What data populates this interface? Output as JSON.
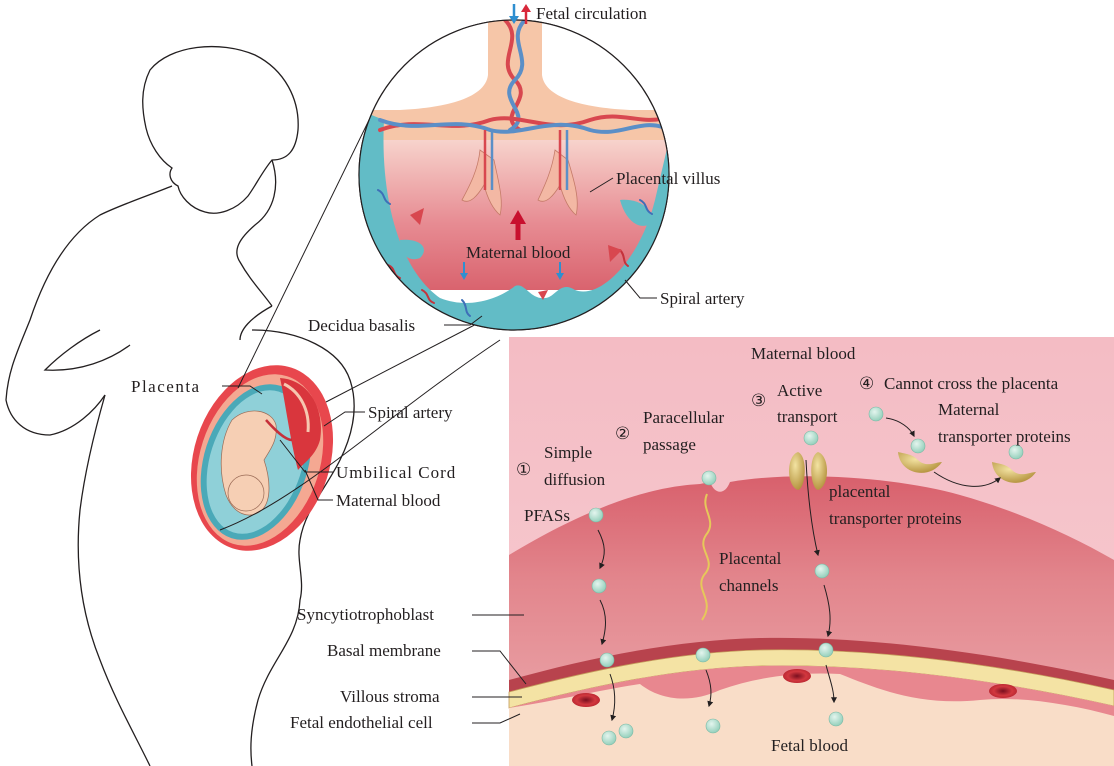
{
  "labels": {
    "fetal_circulation": "Fetal circulation",
    "placental_villus": "Placental villus",
    "maternal_blood_circle": "Maternal blood",
    "spiral_artery_circle": "Spiral artery",
    "decidua_basalis": "Decidua basalis",
    "placenta": "Placenta",
    "spiral_artery_body": "Spiral artery",
    "umbilical_cord": "Umbilical Cord",
    "maternal_blood_body": "Maternal blood",
    "maternal_blood_panel": "Maternal blood",
    "simple_diffusion_num": "①",
    "simple_diffusion_1": "Simple",
    "simple_diffusion_2": "diffusion",
    "paracellular_num": "②",
    "paracellular_1": "Paracellular",
    "paracellular_2": "passage",
    "active_num": "③",
    "active_1": "Active",
    "active_2": "transport",
    "cannot_num": "④",
    "cannot_cross": "Cannot cross the placenta",
    "maternal_tp_1": "Maternal",
    "maternal_tp_2": "transporter proteins",
    "placental_tp_1": "placental",
    "placental_tp_2": "transporter proteins",
    "pfass": "PFASs",
    "placental_channels_1": "Placental",
    "placental_channels_2": "channels",
    "syncytiotrophoblast": "Syncytiotrophoblast",
    "basal_membrane": "Basal membrane",
    "villous_stroma": "Villous stroma",
    "fetal_endothelial": "Fetal endothelial cell",
    "fetal_blood": "Fetal blood"
  },
  "colors": {
    "maternal_blood_pink": "#f2b8c0",
    "syncytio_red": "#e07a82",
    "basal_dark_red": "#b8434d",
    "stroma_yellow": "#f4e3a4",
    "fetal_tissue": "#f8d5c0",
    "decidua_teal": "#6cc3cb",
    "pfas_molecule": "#a8d8c8",
    "transporter_gold": "#c9a64a"
  }
}
